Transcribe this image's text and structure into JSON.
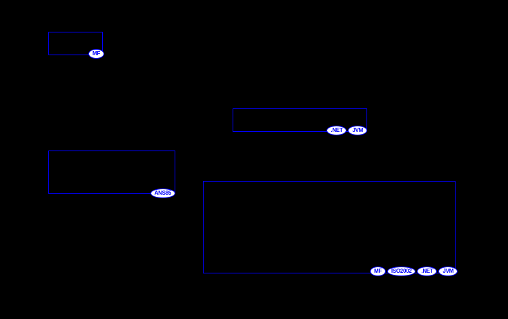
{
  "diagram": {
    "background_color": "#000000",
    "line_color": "#0000ff",
    "badge_fill_color": "#ffffff",
    "badge_text_color": "#0000ff",
    "boxes": [
      {
        "name": "box-mf",
        "badges": [
          "MF"
        ]
      },
      {
        "name": "box-net-jvm",
        "badges": [
          ".NET",
          "JVM"
        ]
      },
      {
        "name": "box-ans85",
        "badges": [
          "ANS85"
        ]
      },
      {
        "name": "box-mf-iso2002-net-jvm",
        "badges": [
          "MF",
          "ISO2002",
          ".NET",
          "JVM"
        ]
      }
    ]
  }
}
